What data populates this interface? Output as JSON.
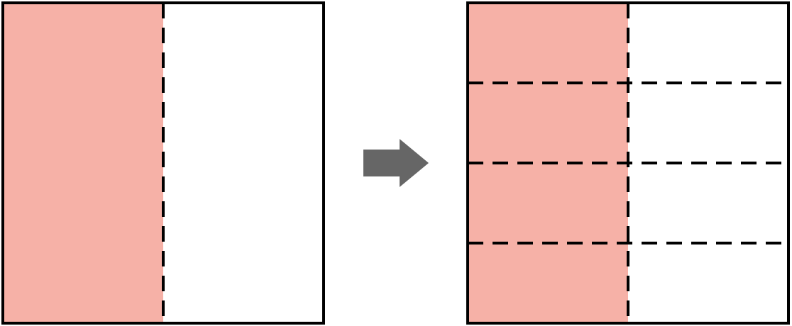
{
  "diagram": {
    "colors": {
      "shaded": "#f6b1a7",
      "outline": "#000000",
      "arrow": "#666666",
      "background": "#ffffff"
    },
    "before": {
      "shaded_fraction": 0.5,
      "vertical_divisions": 2,
      "horizontal_divisions": 1
    },
    "after": {
      "shaded_fraction": 0.5,
      "vertical_divisions": 2,
      "horizontal_divisions": 4
    },
    "arrow_icon": "right-arrow-icon"
  }
}
